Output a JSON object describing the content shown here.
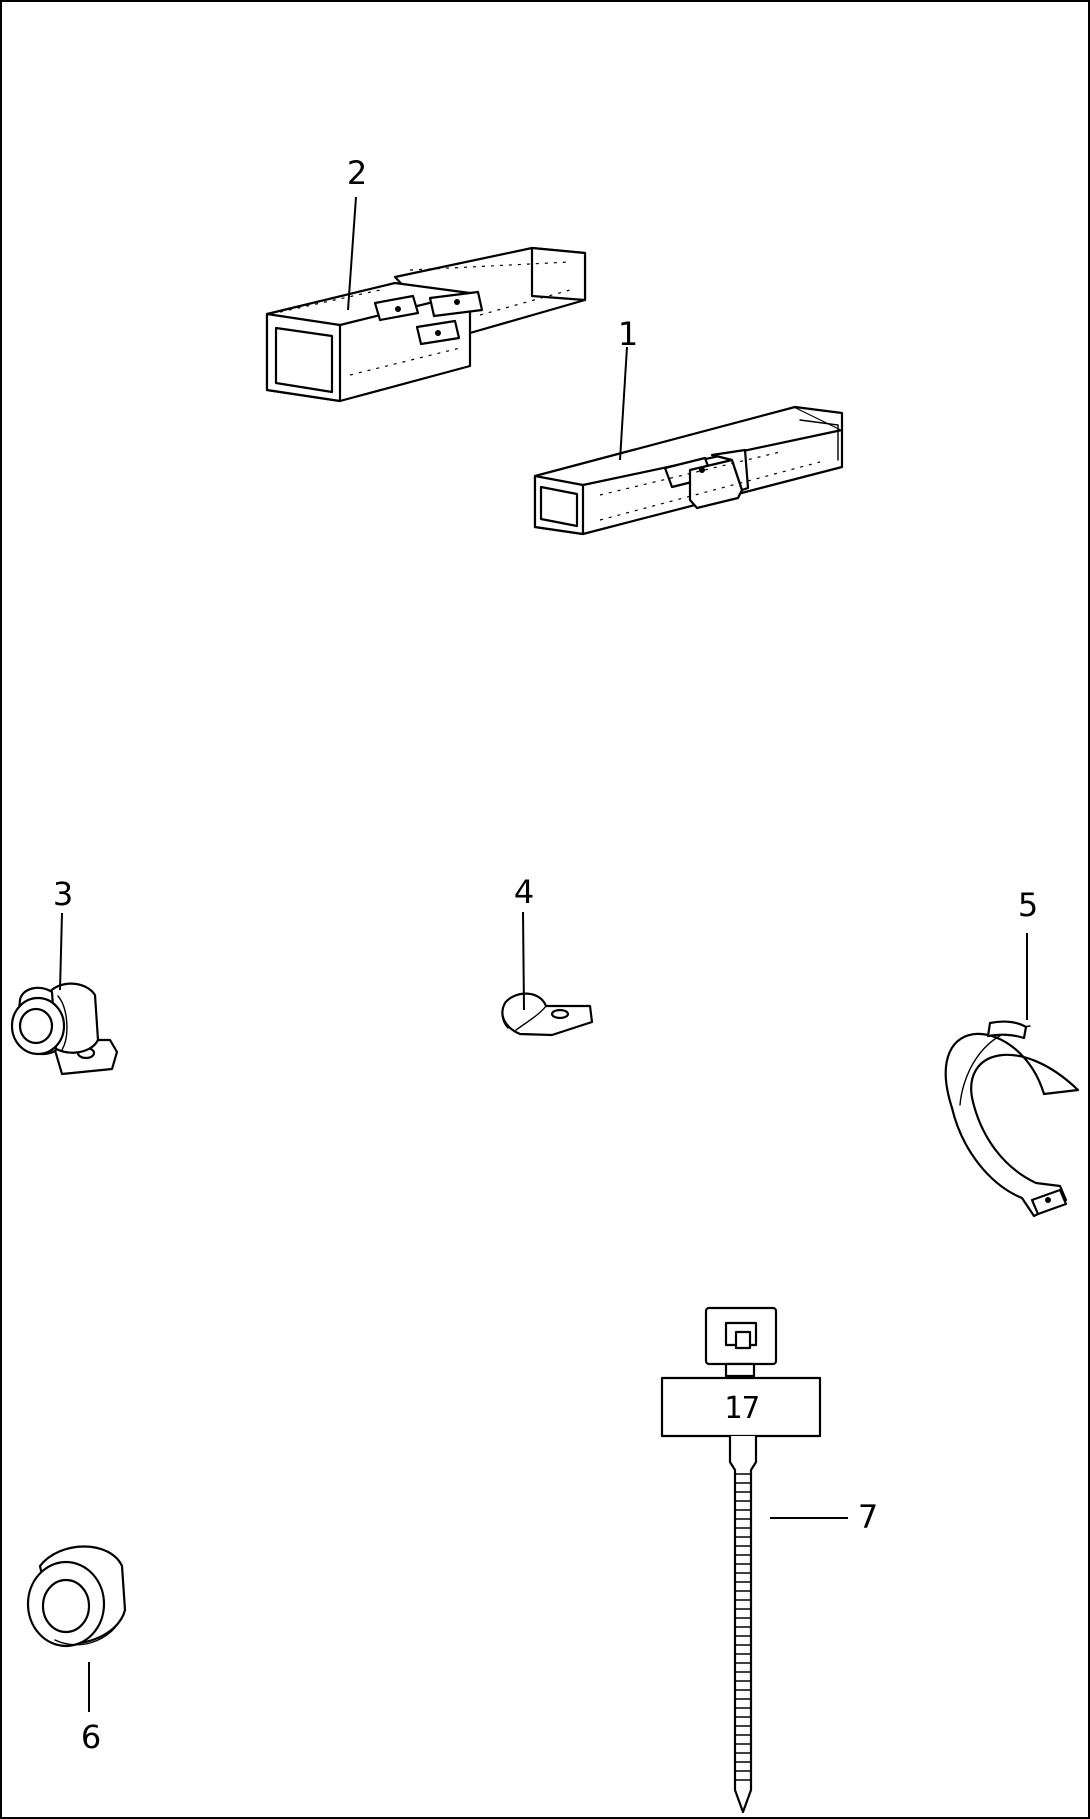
{
  "diagram": {
    "callouts": [
      {
        "id": "1",
        "label": "1"
      },
      {
        "id": "2",
        "label": "2"
      },
      {
        "id": "3",
        "label": "3"
      },
      {
        "id": "4",
        "label": "4"
      },
      {
        "id": "5",
        "label": "5"
      },
      {
        "id": "6",
        "label": "6"
      },
      {
        "id": "7",
        "label": "7"
      }
    ],
    "cable_tie_tag": "17"
  }
}
